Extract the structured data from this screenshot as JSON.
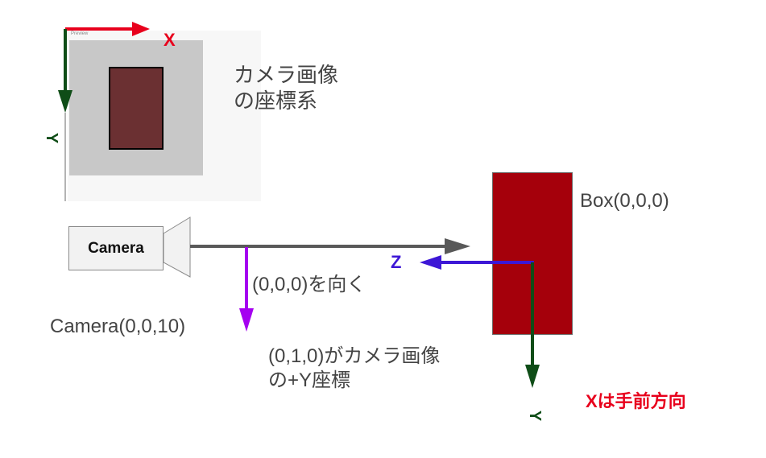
{
  "preview": {
    "title": "Preview"
  },
  "labels": {
    "camera_image_line1": "カメラ画像",
    "camera_image_line2": "の座標系",
    "box": "Box(0,0,0)",
    "camera_pos": "Camera(0,0,10)",
    "look_at": "(0,0,0)を向く",
    "up_line1": "(0,1,0)がカメラ画像",
    "up_line2": "の+Y座標",
    "x_note": "Xは手前方向"
  },
  "axes": {
    "x": "X",
    "y": "Y",
    "z": "Z"
  },
  "camera": {
    "label": "Camera"
  },
  "colors": {
    "x_axis": "#e8001c",
    "y_axis": "#0f4d17",
    "z_axis": "#3d17d6",
    "up_vector": "#a500f0",
    "view_ray": "#595959",
    "box": "#a5000b"
  },
  "icons": {
    "camera": "camera-icon"
  }
}
